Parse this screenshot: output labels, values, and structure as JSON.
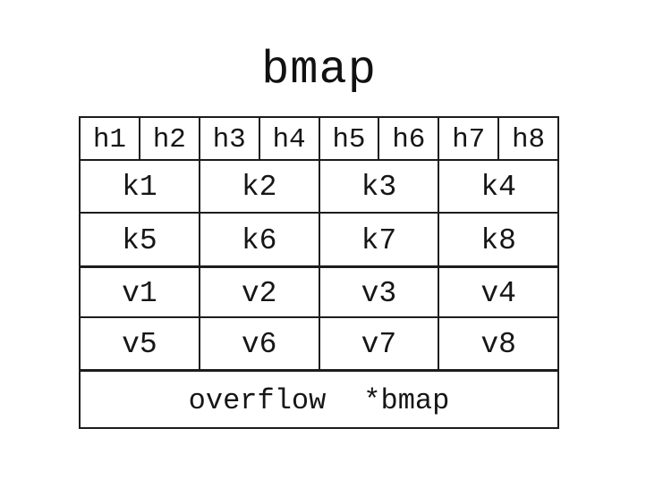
{
  "page": {
    "background": "#ffffff",
    "ink": "#1c1c1c"
  },
  "title": "bmap",
  "bucket": {
    "tophash": [
      "h1",
      "h2",
      "h3",
      "h4",
      "h5",
      "h6",
      "h7",
      "h8"
    ],
    "keys": [
      [
        "k1",
        "k2",
        "k3",
        "k4"
      ],
      [
        "k5",
        "k6",
        "k7",
        "k8"
      ]
    ],
    "values": [
      [
        "v1",
        "v2",
        "v3",
        "v4"
      ],
      [
        "v5",
        "v6",
        "v7",
        "v8"
      ]
    ],
    "overflow": {
      "label": "overflow",
      "type": "*bmap"
    }
  }
}
